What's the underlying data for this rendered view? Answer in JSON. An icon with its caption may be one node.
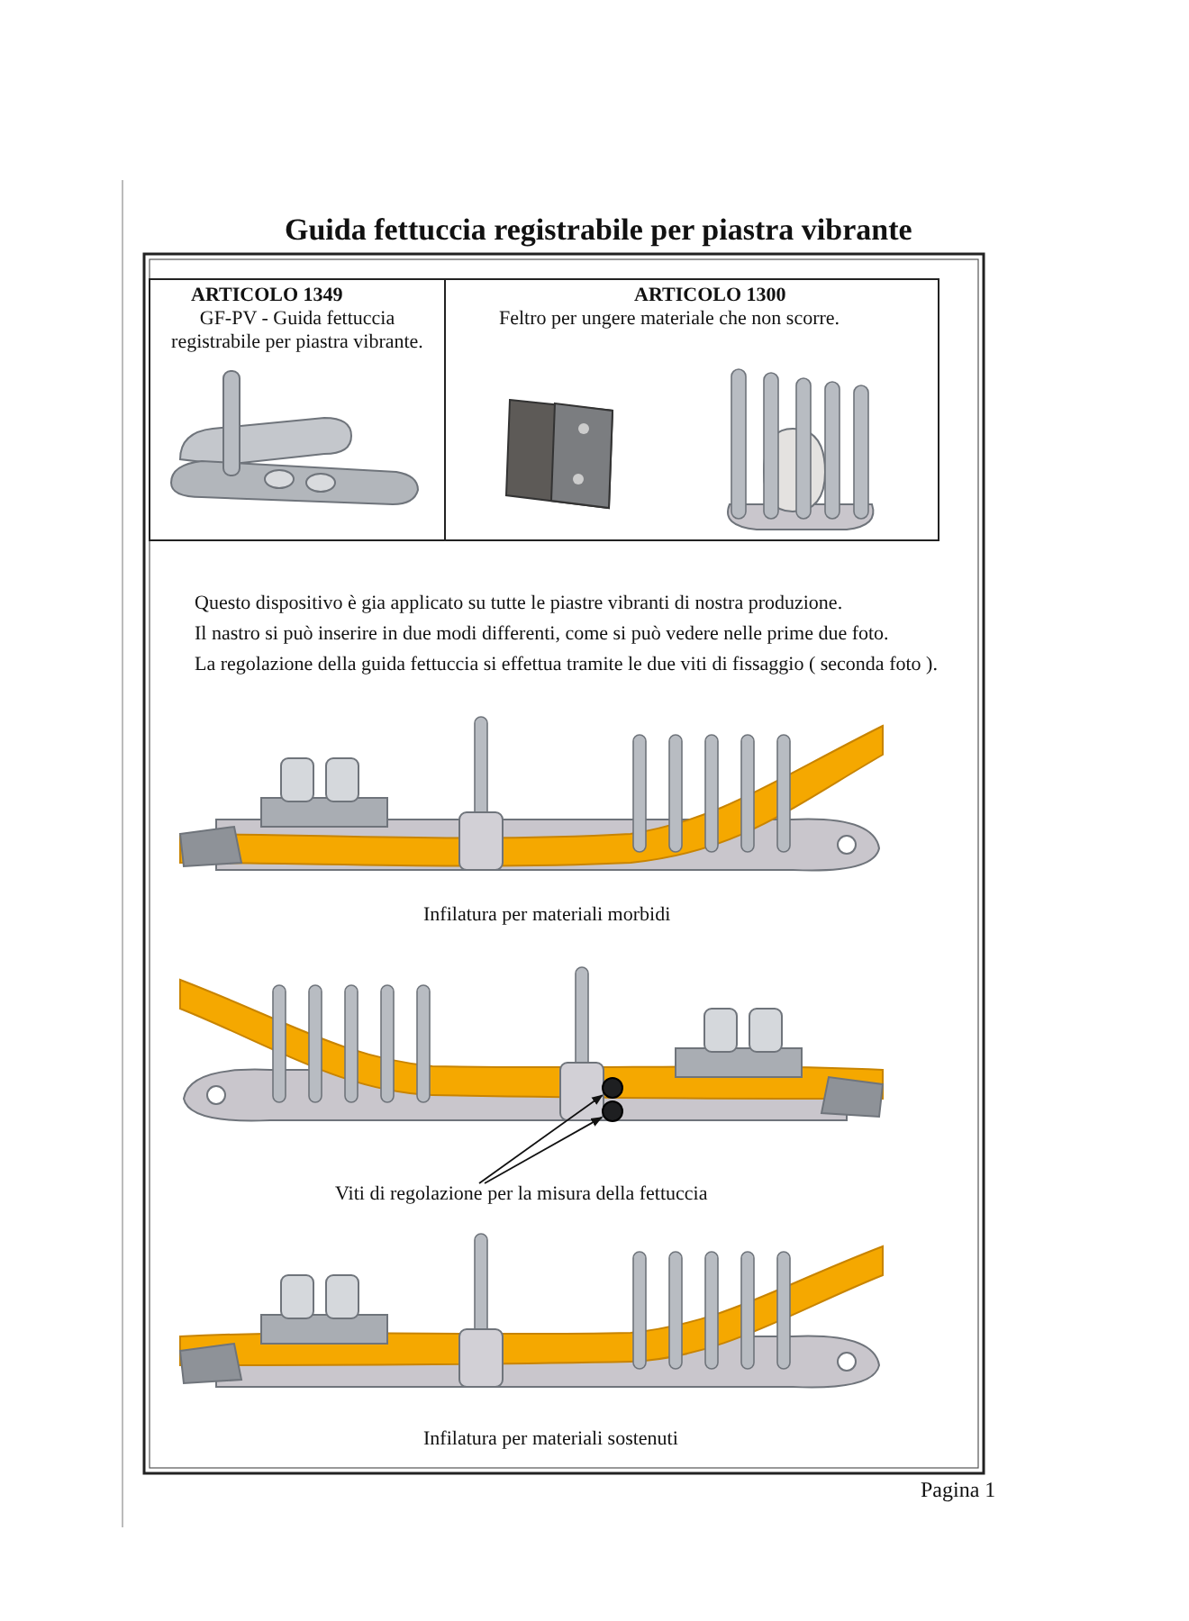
{
  "diagram": {
    "title": "Guida fettuccia registrabile per piastra vibrante",
    "nodes": [
      {
        "text": [
          "Viti di regolazione per la misura della fettuccia"
        ]
      },
      {
        "text": [],
        "shape": "circle"
      },
      {
        "text": [],
        "shape": "circle"
      }
    ],
    "edges": [
      {
        "from": 0,
        "to": 1,
        "arrow": "to"
      },
      {
        "from": 0,
        "to": 2,
        "arrow": "to"
      }
    ],
    "labels": [
      "ARTICOLO 1349",
      "ARTICOLO 1300",
      "GF-PV - Guida fettuccia registrabile per piastra vibrante.",
      "Feltro per ungere materiale che non scorre.",
      "Questo dispositivo è gia applicato su tutte le piastre vibranti di nostra produzione.",
      "Il nastro si può inserire in due modi differenti, come si può vedere nelle prime due foto.",
      "La regolazione della guida fettuccia si effettua tramite le due viti di fissaggio ( seconda foto ).",
      "Infilatura per materiali morbidi",
      "Infilatura per materiali sostenuti",
      "Pagina 1"
    ]
  }
}
